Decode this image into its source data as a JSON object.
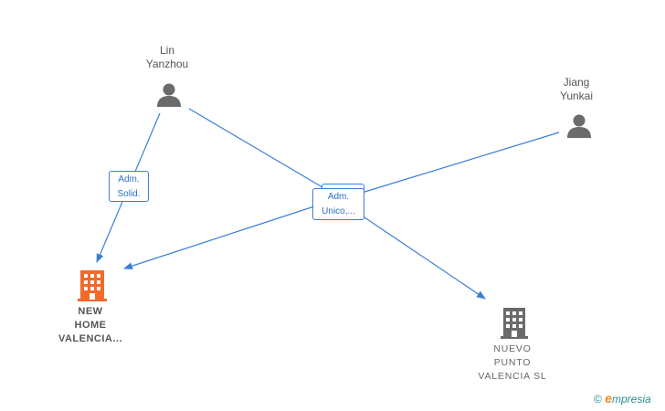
{
  "persons": [
    {
      "id": "lin",
      "name": "Lin\nYanzhou"
    },
    {
      "id": "jiang",
      "name": "Jiang\nYunkai"
    }
  ],
  "companies": [
    {
      "id": "newhome",
      "name": "NEW\nHOME\nVALENCIA...",
      "color": "#f26a2c"
    },
    {
      "id": "nuevo",
      "name": "NUEVO\nPUNTO\nVALENCIA  SL",
      "color": "#6b6b6b"
    }
  ],
  "roles": [
    {
      "id": "adm-solid",
      "label": "Adm.\nSolid."
    },
    {
      "id": "adm-unico",
      "label": "Adm.\nUnico,..."
    }
  ],
  "colors": {
    "edge": "#3b7fd6",
    "person": "#6b6b6b",
    "text": "#555555"
  },
  "brand": {
    "copyright": "©",
    "name_initial": "e",
    "name_rest": "mpresia"
  }
}
